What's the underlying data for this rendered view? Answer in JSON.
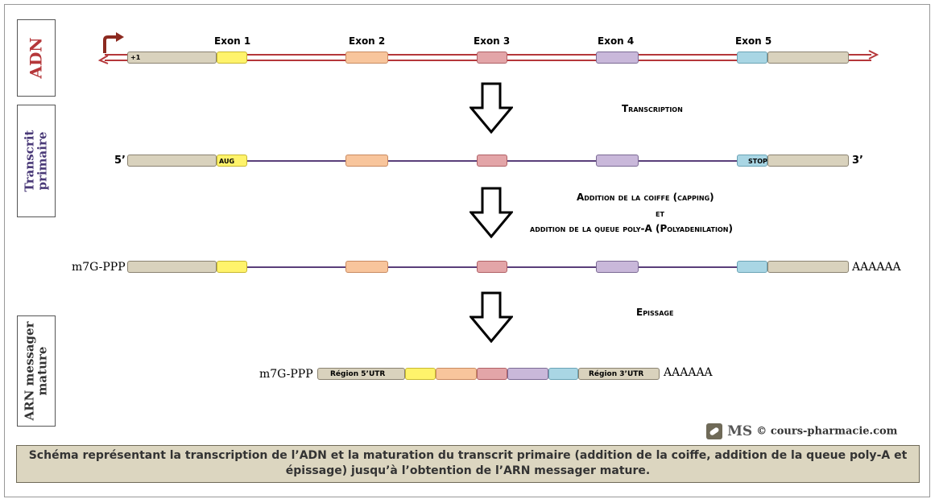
{
  "side_labels": {
    "adn": "ADN",
    "transcrit": [
      "Transcrit",
      "primaire"
    ],
    "arn": [
      "ARN messager",
      "mature"
    ]
  },
  "dna": {
    "exons": [
      "Exon 1",
      "Exon 2",
      "Exon 3",
      "Exon 4",
      "Exon 5"
    ],
    "start_mark": "+1"
  },
  "steps": {
    "transcription": "Transcription",
    "capping_l1": "Addition de la coiffe (capping)",
    "capping_l2": "et",
    "capping_l3": "addition de la queue poly-A (Polyadenilation)",
    "splicing": "Epissage"
  },
  "primary": {
    "five": "5’",
    "three": "3’",
    "aug": "AUG",
    "stop": "STOP"
  },
  "capped": {
    "cap": "m7G-PPP",
    "polya": "AAAAAA"
  },
  "mature": {
    "cap": "m7G-PPP",
    "utr5": "Région 5’UTR",
    "utr3": "Région 3’UTR",
    "polya": "AAAAAA"
  },
  "watermark": "© cours-pharmacie.com",
  "logo_text": "MS",
  "caption": "Schéma représentant la transcription de l’ADN et la maturation du transcrit primaire (addition de la coiffe, addition de la queue poly-A et épissage) jusqu’à l’obtention de l’ARN messager mature.",
  "colors": {
    "utr": "#d9d2bd",
    "exon1": "#fff36b",
    "exon2": "#f8c59c",
    "exon3": "#e3a5a8",
    "exon4": "#c9b8da",
    "exon5": "#a9d6e4",
    "dna_strand": "#b5373a",
    "rna_strand": "#5a3f7a",
    "adn_label": "#b5373a",
    "rna_label": "#4a3a78"
  }
}
